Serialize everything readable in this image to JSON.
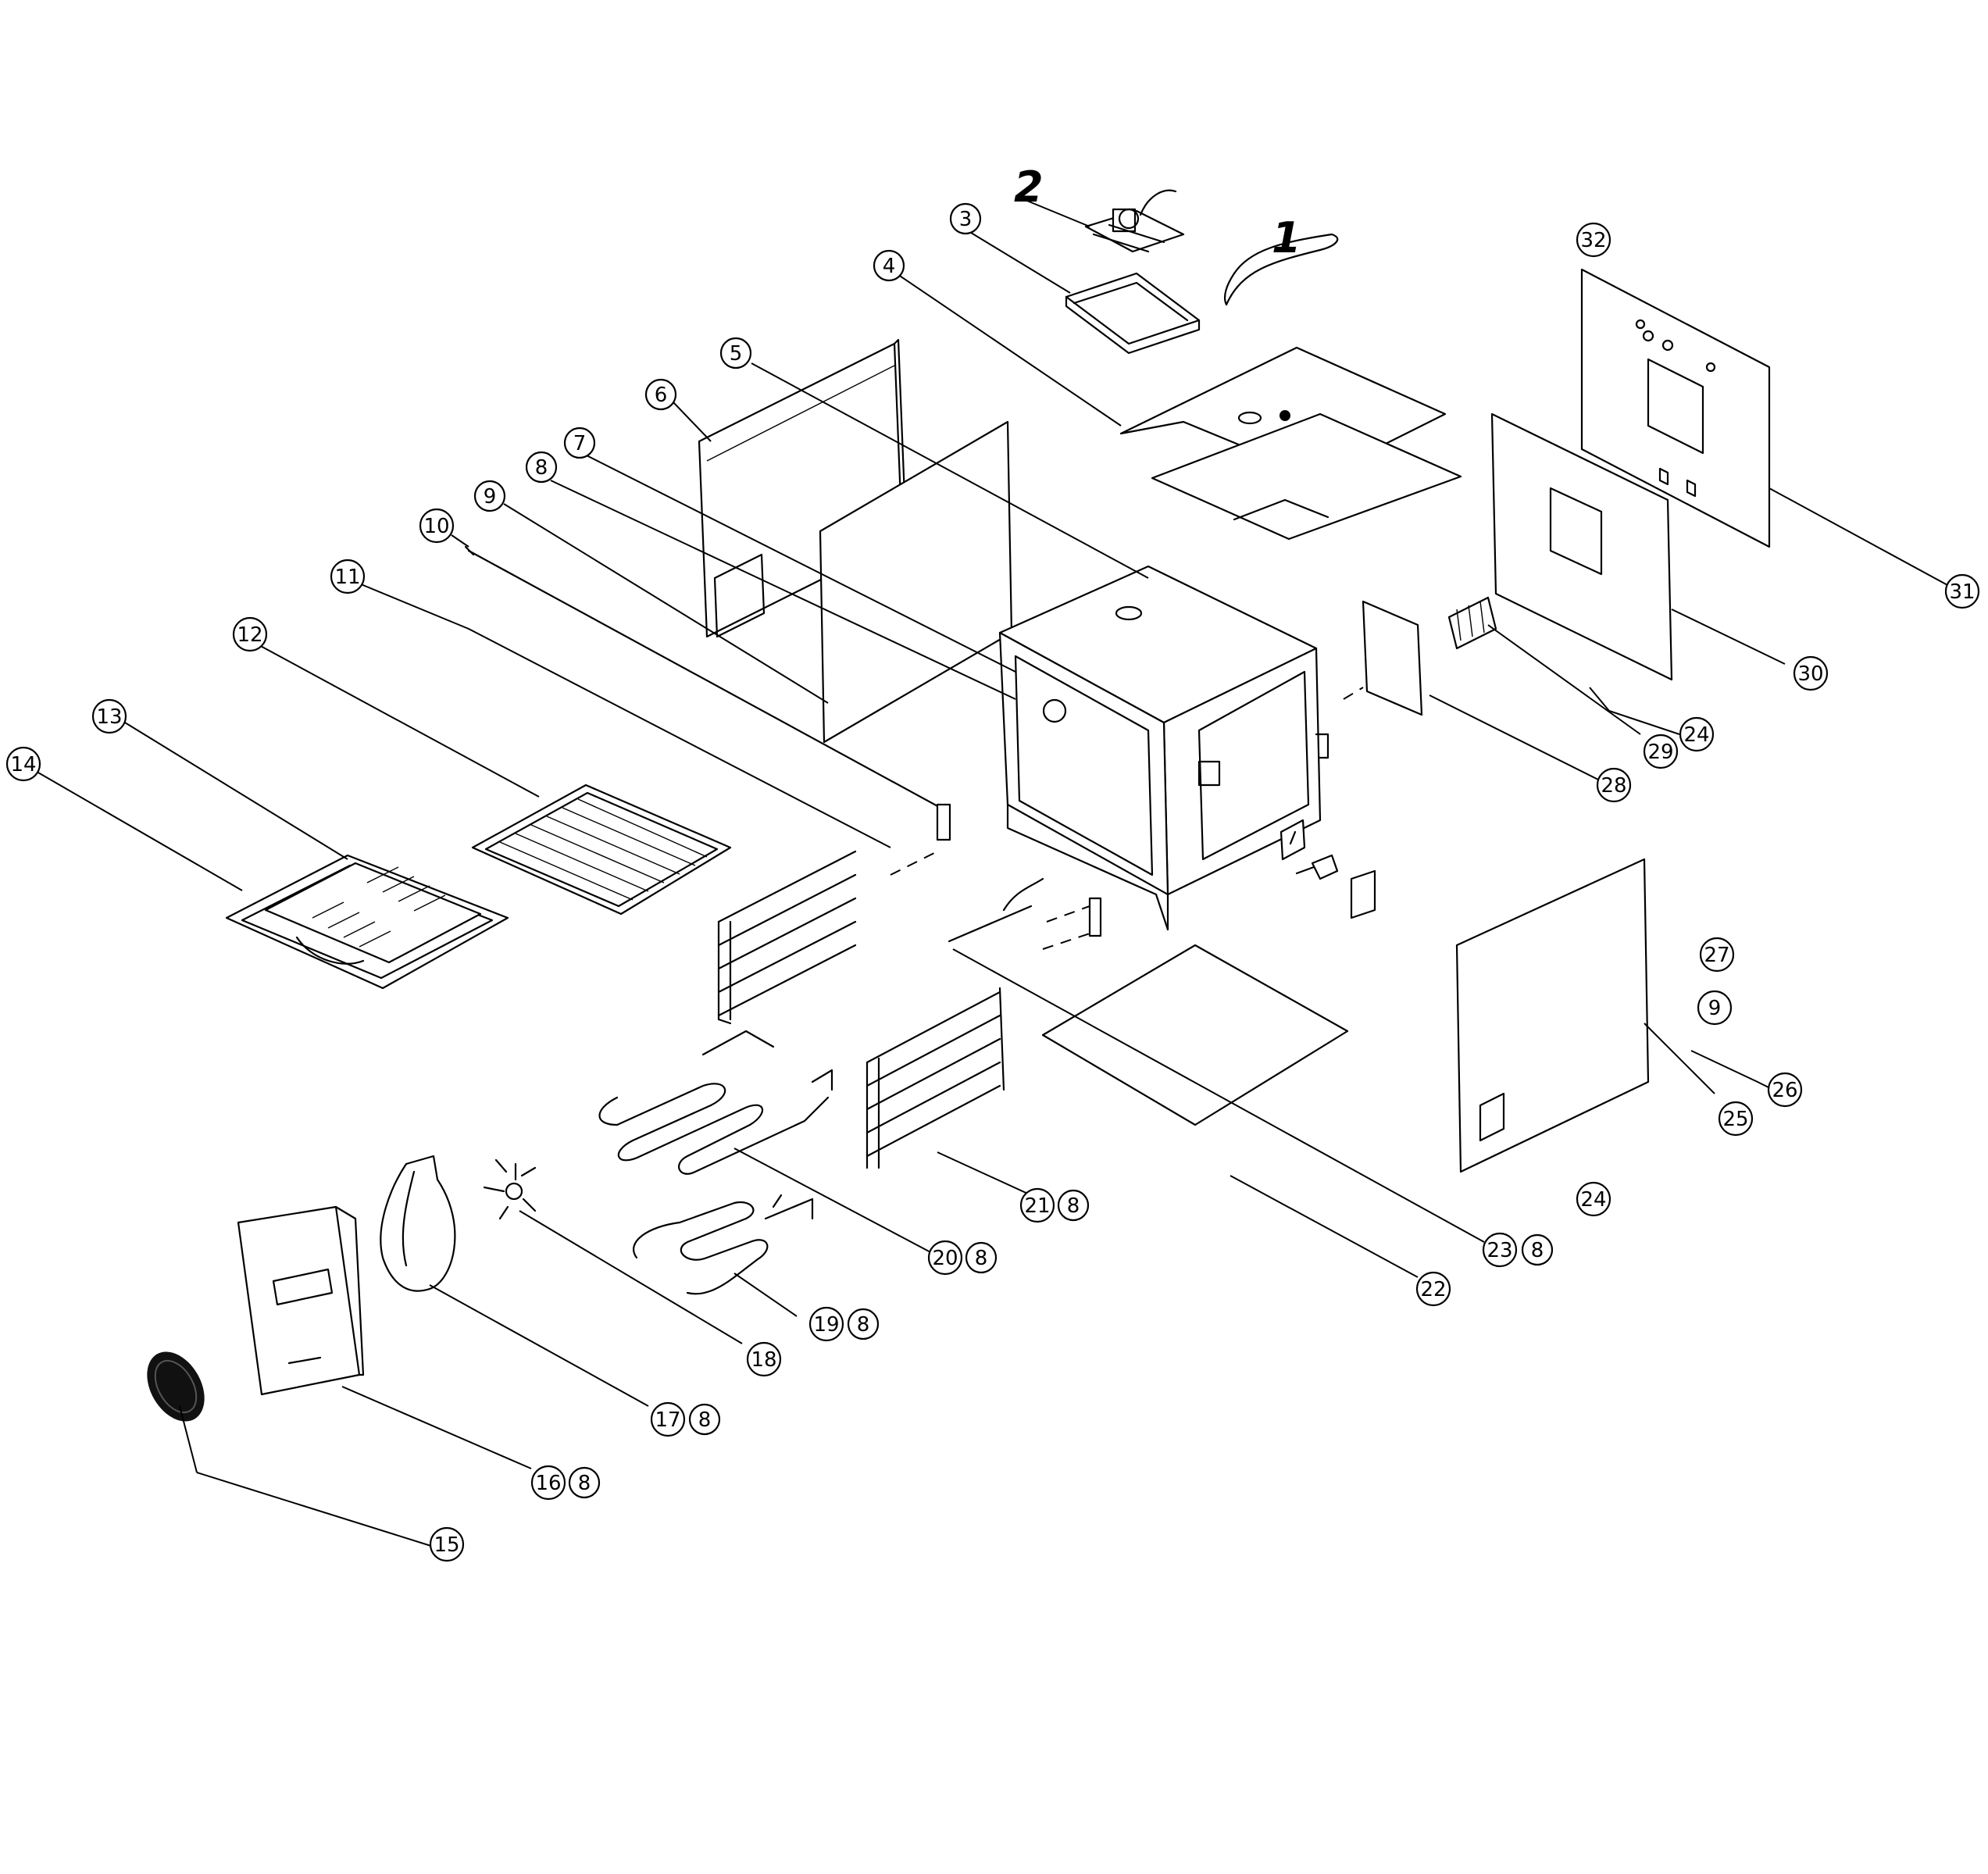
{
  "diagram": {
    "callouts": [
      {
        "id": "c2",
        "label": "2",
        "style": "hand"
      },
      {
        "id": "c1",
        "label": "1",
        "style": "hand"
      },
      {
        "id": "c3",
        "label": "3"
      },
      {
        "id": "c4",
        "label": "4"
      },
      {
        "id": "c5",
        "label": "5"
      },
      {
        "id": "c6",
        "label": "6"
      },
      {
        "id": "c7",
        "label": "7"
      },
      {
        "id": "c8",
        "label": "8"
      },
      {
        "id": "c9",
        "label": "9"
      },
      {
        "id": "c10",
        "label": "10"
      },
      {
        "id": "c11",
        "label": "11"
      },
      {
        "id": "c12",
        "label": "12"
      },
      {
        "id": "c13",
        "label": "13"
      },
      {
        "id": "c14",
        "label": "14"
      },
      {
        "id": "c15",
        "label": "15"
      },
      {
        "id": "c16",
        "label": "16"
      },
      {
        "id": "c16b",
        "label": "8"
      },
      {
        "id": "c17",
        "label": "17"
      },
      {
        "id": "c17b",
        "label": "8"
      },
      {
        "id": "c18",
        "label": "18"
      },
      {
        "id": "c19",
        "label": "19"
      },
      {
        "id": "c19b",
        "label": "8"
      },
      {
        "id": "c20",
        "label": "20"
      },
      {
        "id": "c20b",
        "label": "8"
      },
      {
        "id": "c21",
        "label": "21"
      },
      {
        "id": "c21b",
        "label": "8"
      },
      {
        "id": "c22",
        "label": "22"
      },
      {
        "id": "c23",
        "label": "23"
      },
      {
        "id": "c23b",
        "label": "8"
      },
      {
        "id": "c24a",
        "label": "24"
      },
      {
        "id": "c24b",
        "label": "24"
      },
      {
        "id": "c25",
        "label": "25"
      },
      {
        "id": "c26",
        "label": "26"
      },
      {
        "id": "c9b",
        "label": "9"
      },
      {
        "id": "c27",
        "label": "27"
      },
      {
        "id": "c28",
        "label": "28"
      },
      {
        "id": "c29",
        "label": "29"
      },
      {
        "id": "c30",
        "label": "30"
      },
      {
        "id": "c31",
        "label": "31"
      },
      {
        "id": "c32",
        "label": "32"
      }
    ]
  }
}
